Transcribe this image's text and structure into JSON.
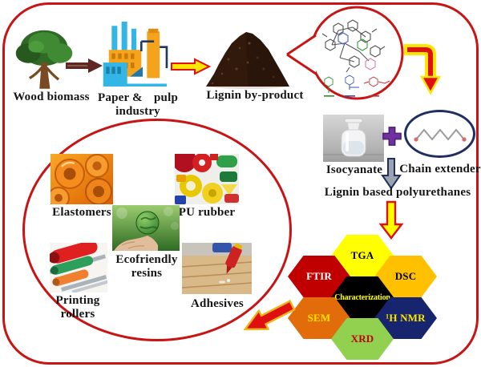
{
  "figure": {
    "title_semantic": "Lignin based polyurethanes process and applications diagram"
  },
  "top_flow": {
    "wood_biomass": "Wood biomass",
    "paper_pulp_a": "Paper &",
    "paper_pulp_b": "pulp",
    "paper_pulp_line2": "industry",
    "lignin_byproduct": "Lignin by-product"
  },
  "synthesis": {
    "isocyanate": "Isocyanate",
    "plus_sign": "+",
    "chain_extender": "Chain extender",
    "product": "Lignin based polyurethanes"
  },
  "characterization": {
    "center": {
      "label": "Characterization",
      "bg": "#000000",
      "text_color": "#FFFF00"
    },
    "hexes": [
      {
        "label": "TGA",
        "bg": "#FFFF00",
        "text_color": "#000000"
      },
      {
        "label": "FTIR",
        "bg": "#C00000",
        "text_color": "#FFFFFF"
      },
      {
        "label": "DSC",
        "bg": "#FFC000",
        "text_color": "#000000"
      },
      {
        "label": "SEM",
        "bg": "#E36C0A",
        "text_color": "#FFE600"
      },
      {
        "label": "¹H NMR",
        "bg": "#17246E",
        "text_color": "#FFE600"
      },
      {
        "label": "XRD",
        "bg": "#92D050",
        "text_color": "#C00000"
      }
    ]
  },
  "applications": {
    "elastomers": "Elastomers",
    "pu_rubber": "PU rubber",
    "eco_resins_line1": "Ecofriendly",
    "eco_resins_line2": "resins",
    "printing_line1": "Printing",
    "printing_line2": "rollers",
    "adhesives": "Adhesives"
  },
  "icons": {
    "plus": "plus-icon",
    "arrow_tree_to_factory": "arrow-right-icon",
    "arrow_factory_to_lignin": "arrow-right-icon",
    "arrow_bend_down": "arrow-bend-down-icon",
    "arrow_mix_down": "arrow-down-icon",
    "arrow_to_characterization": "arrow-down-icon",
    "arrow_to_applications": "arrow-up-left-icon"
  },
  "colors": {
    "frame_red": "#C81414",
    "arrow_yellow": "#FFE600",
    "arrow_red": "#E01010",
    "arrow_maroon": "#5E2723",
    "navy": "#1F3060",
    "plus_purple": "#7030A0"
  }
}
